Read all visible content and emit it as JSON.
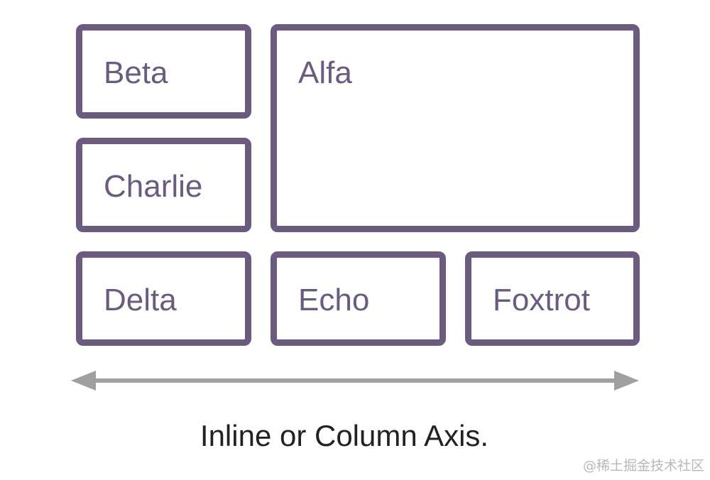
{
  "grid": {
    "items": {
      "alfa": "Alfa",
      "beta": "Beta",
      "charlie": "Charlie",
      "delta": "Delta",
      "echo": "Echo",
      "foxtrot": "Foxtrot"
    },
    "border_color": "#6b5b7e",
    "label_color": "#6b5b7e"
  },
  "axis": {
    "caption": "Inline or Column Axis.",
    "arrow_color": "#a0a0a0",
    "direction": "horizontal-bidirectional"
  },
  "watermark": "@稀土掘金技术社区"
}
